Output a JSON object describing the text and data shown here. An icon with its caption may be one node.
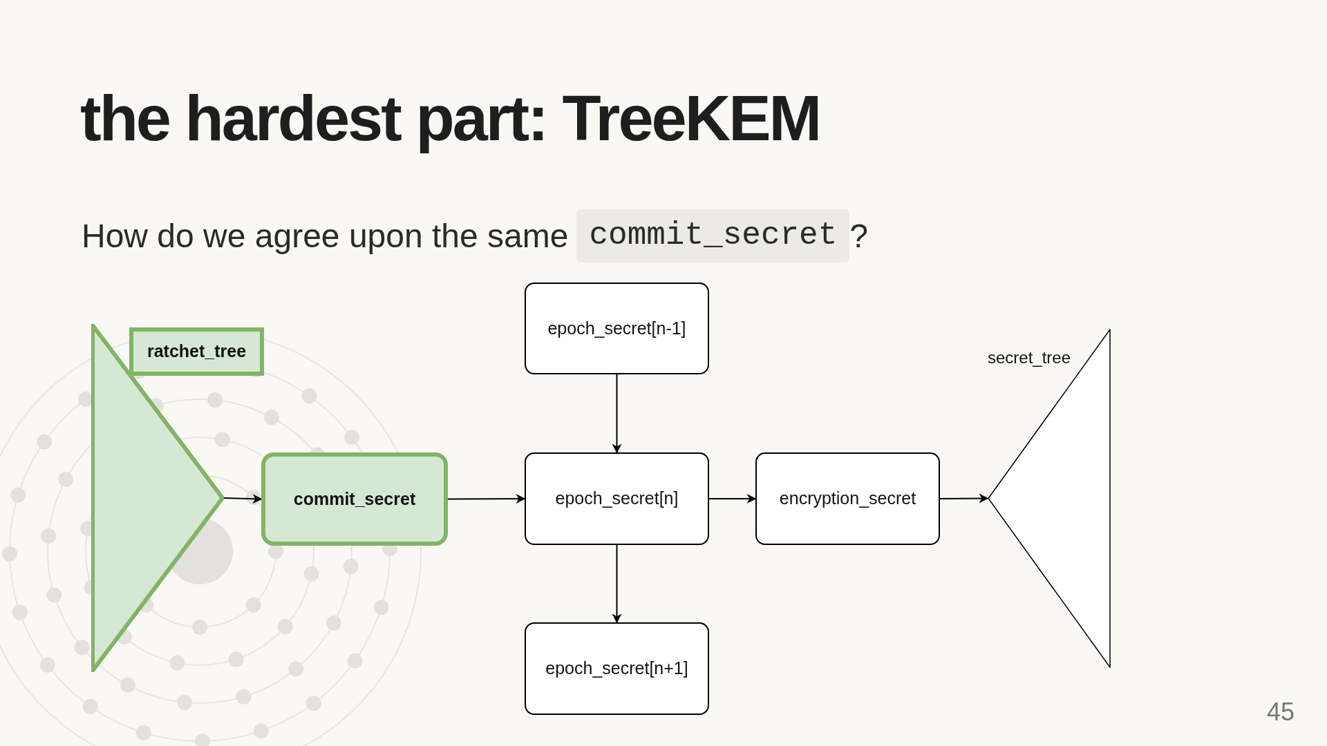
{
  "diagram": {
    "title": "the hardest part: TreeKEM",
    "nodes": [
      {
        "text": [],
        "shape": "triangle"
      },
      {
        "text": [
          "ratchet_tree"
        ]
      },
      {
        "text": [
          "commit_secret"
        ]
      },
      {
        "text": [
          "epoch_secret[n-1]"
        ]
      },
      {
        "text": [
          "epoch_secret[n]"
        ]
      },
      {
        "text": [
          "encryption_secret"
        ]
      },
      {
        "text": [
          "epoch_secret[n+1]"
        ]
      },
      {
        "text": [
          "secret_tree"
        ]
      }
    ],
    "edges": [
      {
        "from": 0,
        "to": 2,
        "arrow": "to"
      },
      {
        "from": 2,
        "to": 4,
        "arrow": "to"
      },
      {
        "from": 3,
        "to": 4,
        "arrow": "to"
      },
      {
        "from": 4,
        "to": 5,
        "arrow": "to"
      },
      {
        "from": 4,
        "to": 6,
        "arrow": "to"
      },
      {
        "from": 5,
        "to": 7,
        "arrow": "to"
      }
    ],
    "labels": [
      "How do we agree upon the same",
      "commit_secret",
      "?",
      "45"
    ]
  }
}
